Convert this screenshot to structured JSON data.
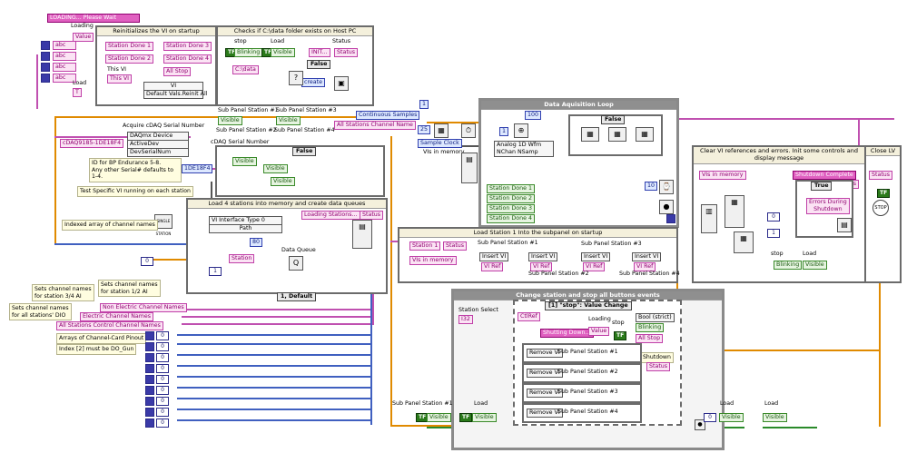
{
  "top_left": {
    "loading_text": "LOADING... Please Wait",
    "loading_label": "Loading",
    "value_label": "Value",
    "this_vi_label": "This VI",
    "this_vi_ref": "This VI",
    "load_label": "Load",
    "vi_label": "VI",
    "vi_default": "Default Vals.Reinit All"
  },
  "frames": {
    "reinit": "Reinitializes the VI on startup",
    "checks": "Checks if C:\\data folder exists on Host PC",
    "daq_loop": "Data Aquisition Loop",
    "clear_vi": "Clear VI references and errors.  Init some controls and display message",
    "close_lv": "Close LV",
    "load4": "Load 4 stations into memory and create data queues",
    "load_station1": "Load Station 1 Into the subpanel on startup",
    "change_station": "Change station and stop all buttons events"
  },
  "reinit": {
    "sd1": "Station Done 1",
    "sd2": "Station Done 2",
    "sd3": "Station Done 3",
    "sd4": "Station Done 4",
    "all_stop": "All Stop"
  },
  "checks": {
    "stop": "stop",
    "load": "Load",
    "status": "Status",
    "init": "INIT...",
    "blinking": "Blinking",
    "visible": "Visible",
    "cdata": "C:\\data",
    "false_case": "False",
    "create": "create"
  },
  "middle": {
    "sps1": "Sub Panel Station #1",
    "sps3": "Sub Panel Station #3",
    "sps2": "Sub Panel Station #2",
    "sps4": "Sub Panel Station #4",
    "visible": "Visible",
    "continuous": "Continuous Samples",
    "all_stations_channel": "All Stations Channel Name",
    "sample_clock": "Sample Clock",
    "vis_in_memory": "VIs in memory",
    "n25": "25",
    "n1": "1",
    "n100": "100"
  },
  "daq": {
    "acquire": "Acquire cDAQ Serial Number",
    "cdaq_label": "cDAQ9185-1DE18F4",
    "device": "DAQmx Device",
    "active_dev": "ActiveDev",
    "dev_serial": "DevSerialNum",
    "serial_label": "cDAQ Serial Number",
    "id_note": "ID for BP Endurance 5-8.\nAny other Serial# defaults to 1-4.",
    "id_value": "1DE18F4",
    "false_case": "False",
    "visible": "Visible",
    "test_note": "Test Specific VI running on each station",
    "indexed_note": "Indexed array of channel names"
  },
  "load4": {
    "vi_interface": "VI Interface Type 0",
    "path": "Path",
    "loading_stations": "Loading Stations...",
    "status": "Status",
    "station": "Station",
    "data_queue": "Data Queue",
    "n80": "80",
    "default_case": "1, Default",
    "n0": "0",
    "n1": "1"
  },
  "daq_loop": {
    "analog": "Analog 1D Wfm\nNChan NSamp",
    "false_case": "False",
    "n10": "10",
    "sd1": "Station Done 1",
    "sd2": "Station Done 2",
    "sd3": "Station Done 3",
    "sd4": "Station Done 4"
  },
  "load_station1": {
    "station1": "Station 1",
    "status": "Status",
    "vis_in_memory": "VIs in memory",
    "sps1": "Sub Panel Station #1",
    "sps3": "Sub Panel Station #3",
    "sps2": "Sub Panel Station #2",
    "sps4": "Sub Panel Station #4",
    "insert_vi": "Insert VI",
    "vi_ref": "VI Ref"
  },
  "clear_vi": {
    "vis_in_memory": "VIs in memory",
    "shutdown_complete": "Shutdown Complete",
    "status": "Status",
    "true_case": "True",
    "errors_during": "Errors During\nShutdown",
    "stop": "stop",
    "load": "Load",
    "blinking": "Blinking",
    "visible": "Visible",
    "n0": "0",
    "n1": "1"
  },
  "close_lv": {
    "status": "Status",
    "stop": "STOP",
    "tf": "TF"
  },
  "left_notes": {
    "set34": "Sets channel names\nfor station 3/4 AI",
    "set12": "Sets channel names\nfor station 1/2 AI",
    "set_all": "Sets channel names\nfor all stations' DIO",
    "non_electric": "Non Electric Channel Names",
    "electric": "Electric Channel Names",
    "all_control": "All Stations Control Channel Names",
    "arrays": "Arrays of Channel-Card Pinout",
    "index2": "Index [2] must be DO_Gun",
    "n0": "0"
  },
  "events": {
    "station_select": "Station Select",
    "ctlref": "CtlRef",
    "event_case": "[1] \"stop\": Value Change",
    "shutting_down": "Shutting Down...",
    "value": "Value",
    "loading": "Loading",
    "stop": "stop",
    "bool_strict": "Bool (strict)",
    "blinking": "Blinking",
    "all_stop": "All Stop",
    "shutdown": "Shutdown",
    "status": "Status",
    "remove_vi": "Remove VI",
    "sps1": "Sub Panel Station #1",
    "sps2": "Sub Panel Station #2",
    "sps3": "Sub Panel Station #3",
    "sps4": "Sub Panel Station #4"
  },
  "bottom": {
    "sps1": "Sub Panel Station #1",
    "load": "Load",
    "visible": "Visible",
    "tf": "TF",
    "n0": "0"
  },
  "colors": {
    "wire_orange": "#e08a00",
    "wire_pink": "#c050b0",
    "wire_green": "#2a8a2a",
    "wire_blue": "#4060c0",
    "frame_gray": "#6b6b6b",
    "header_gray": "#8f8f8f"
  }
}
